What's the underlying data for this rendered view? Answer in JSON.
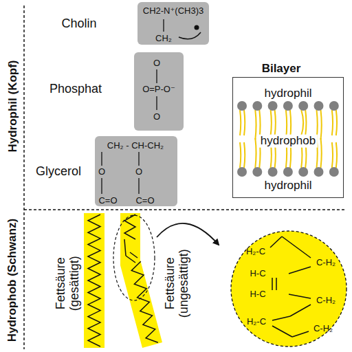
{
  "diagram": {
    "nodes": [
      {
        "text": [
          "Cholin",
          "CH2-N⁺(CH3)3",
          "CH₂"
        ]
      },
      {
        "text": [
          "Phosphat",
          "O",
          "O=P-O⁻",
          "O"
        ]
      },
      {
        "text": [
          "Glycerol",
          "CH₂ - CH-CH₂",
          "O",
          "O",
          "C=O",
          "C=O"
        ]
      },
      {
        "text": [
          "Bilayer",
          "hydrophil",
          "hydrophob",
          "hydrophil"
        ]
      },
      {
        "text": [
          "H₂-C",
          "C-H₂",
          "H-C",
          "H-C",
          "C-H₂",
          "H₂-C",
          "C-H₂"
        ]
      }
    ],
    "labels": [
      "Hydrophil (Kopf)",
      "Hydrophob (Schwanz)",
      "Fettsäure (gesättigt)",
      "Fettsäure (ungesättigt)"
    ]
  }
}
